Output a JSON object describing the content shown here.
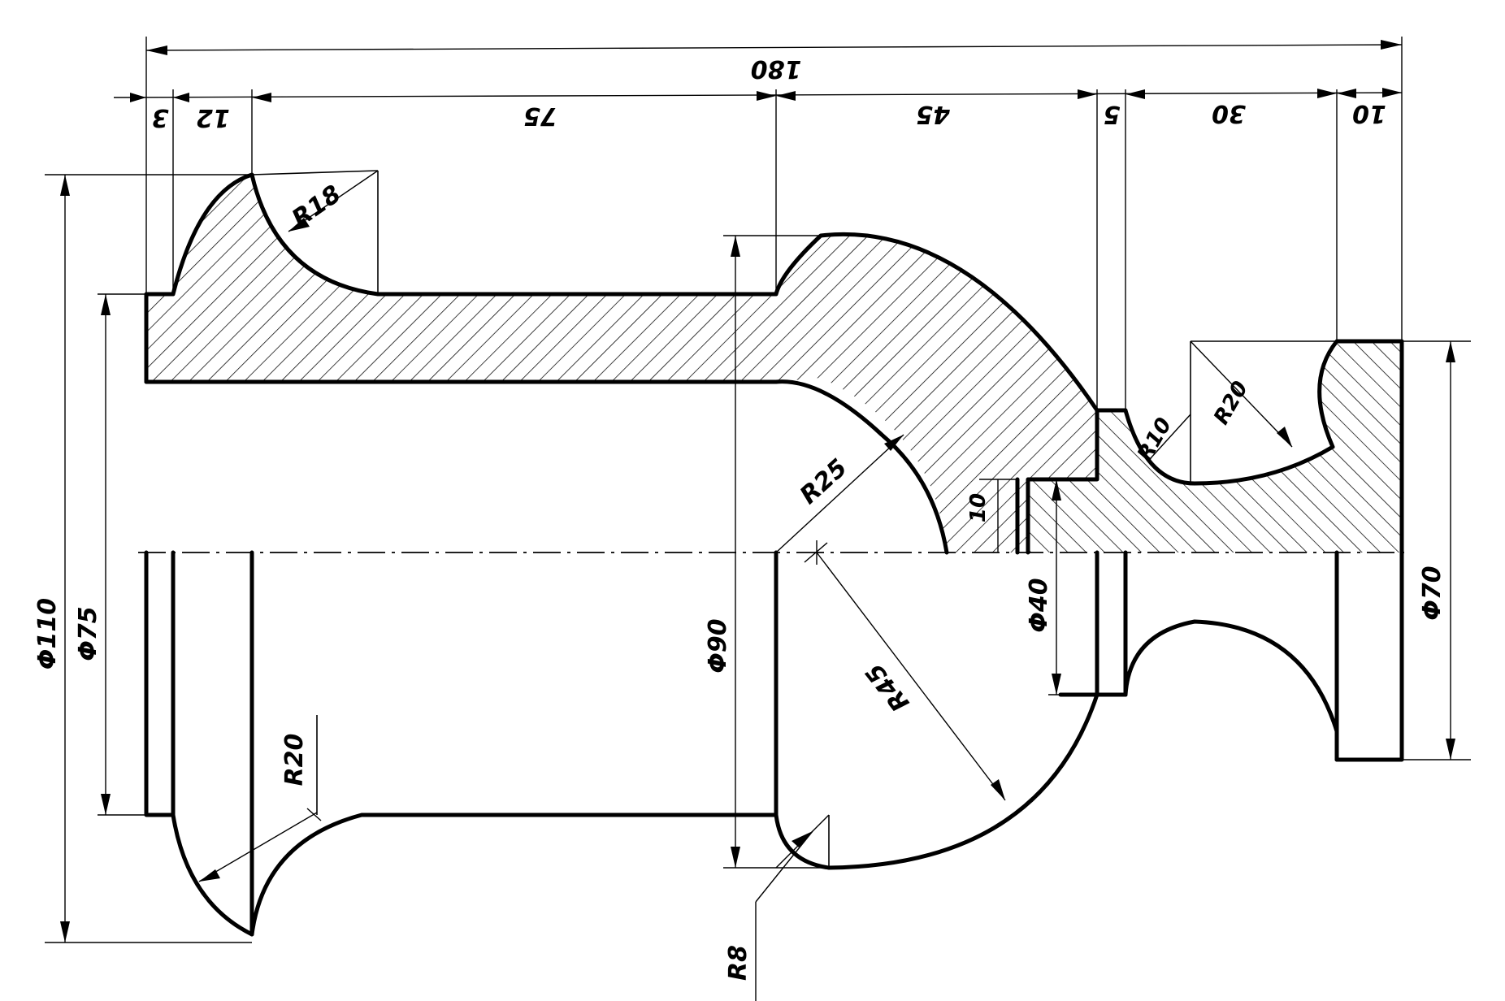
{
  "drawing": {
    "horizontal_dimensions": [
      "180",
      "3",
      "12",
      "75",
      "45",
      "5",
      "30",
      "10"
    ],
    "diameters": [
      "Φ110",
      "Φ75",
      "Φ90",
      "Φ40",
      "Φ70"
    ],
    "radii": [
      "R18",
      "R25",
      "R45",
      "R10",
      "R20",
      "R20",
      "R8"
    ],
    "step_note": "10"
  }
}
